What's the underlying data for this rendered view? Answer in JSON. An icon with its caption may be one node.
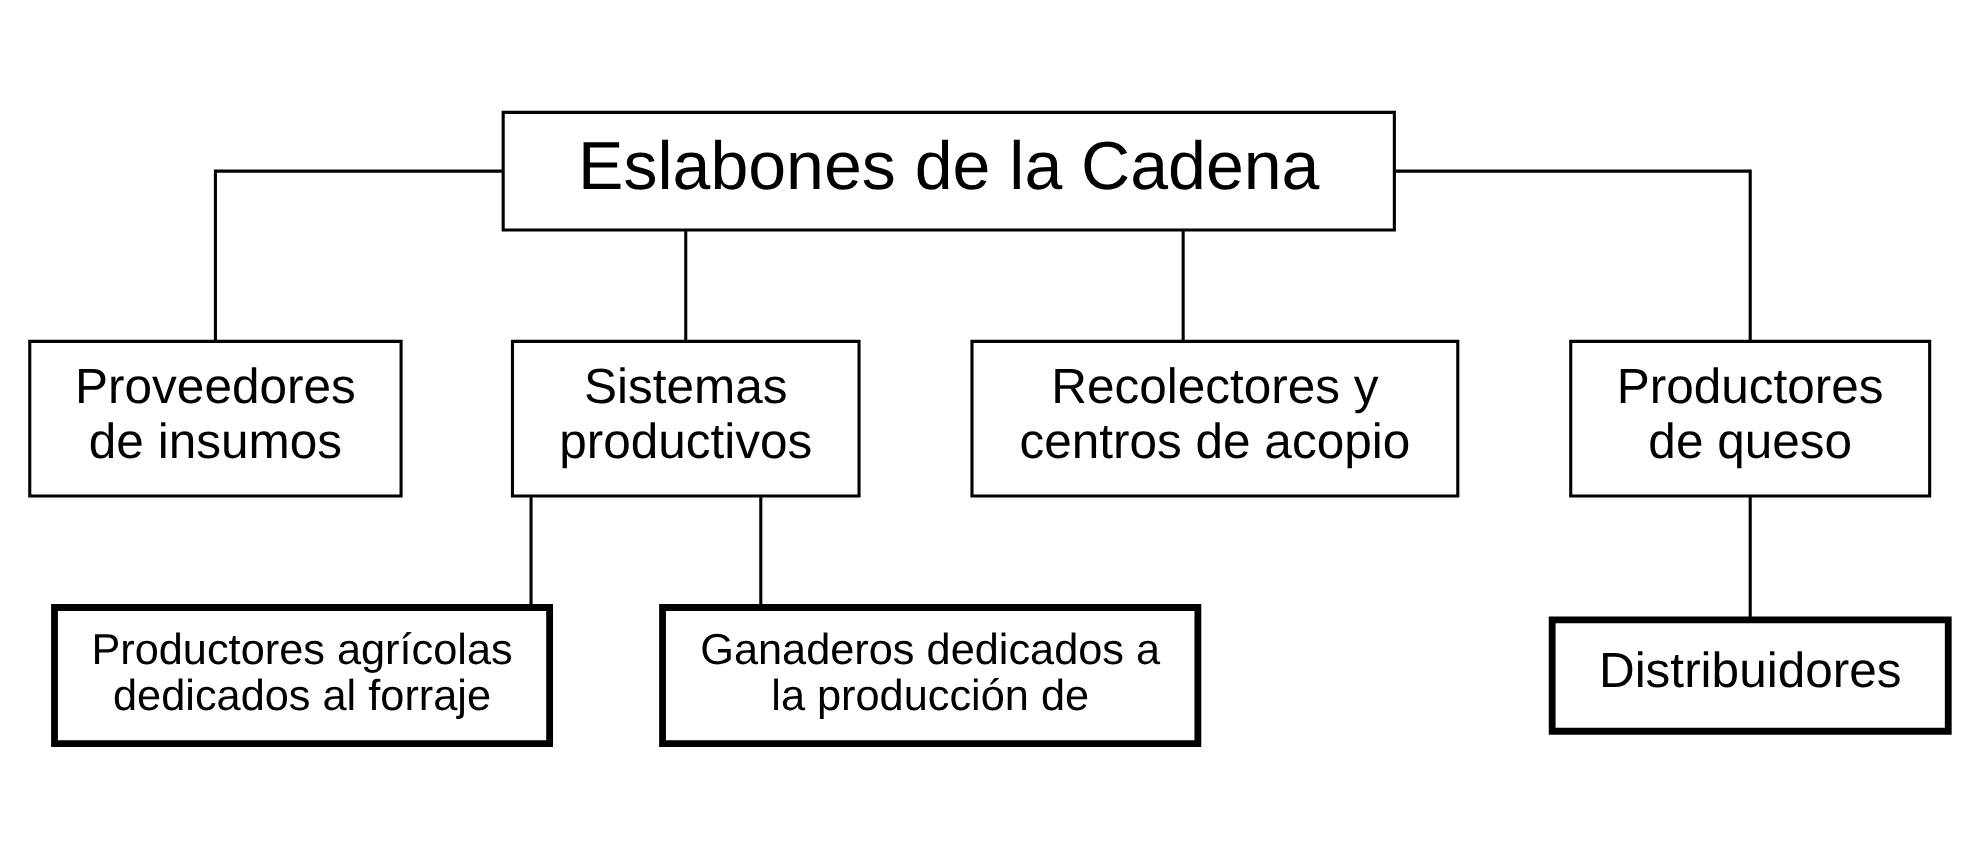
{
  "diagram": {
    "nodes": [
      {
        "text": [
          "Eslabones de la Cadena"
        ]
      },
      {
        "text": [
          "Proveedores de insumos"
        ]
      },
      {
        "text": [
          "Sistemas productivos"
        ]
      },
      {
        "text": [
          "Recolectores y centros de acopio"
        ]
      },
      {
        "text": [
          "Productores de queso"
        ]
      },
      {
        "text": [
          "Productores agrícolas dedicados al forraje"
        ]
      },
      {
        "text": [
          "Ganaderos dedicados a la producción de"
        ]
      },
      {
        "text": [
          "Distribuidores"
        ]
      }
    ],
    "edges": [
      {
        "from": 0,
        "to": 1,
        "arrow": "none"
      },
      {
        "from": 0,
        "to": 2,
        "arrow": "none"
      },
      {
        "from": 0,
        "to": 3,
        "arrow": "none"
      },
      {
        "from": 0,
        "to": 4,
        "arrow": "none"
      },
      {
        "from": 2,
        "to": 5,
        "arrow": "none"
      },
      {
        "from": 2,
        "to": 6,
        "arrow": "none"
      },
      {
        "from": 4,
        "to": 7,
        "arrow": "none"
      }
    ]
  }
}
